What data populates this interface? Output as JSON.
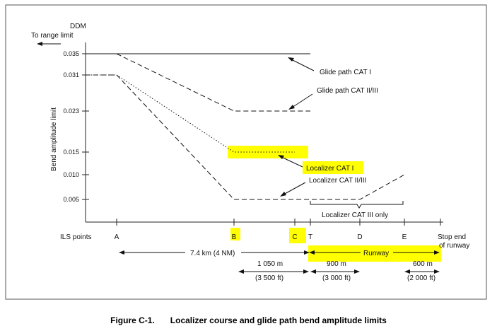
{
  "chart_data": {
    "type": "line",
    "yaxis_top_label": "DDM",
    "range_note": "To range limit",
    "ylabel": "Bend amplitude limit",
    "y_ticks": [
      "0.035",
      "0.031",
      "0.023",
      "0.015",
      "0.010",
      "0.005"
    ],
    "x_row_label": "ILS points",
    "x_points": [
      "A",
      "B",
      "C",
      "T",
      "D",
      "E",
      "Stop end",
      "of runway"
    ],
    "series": [
      {
        "name": "Glide path CAT I",
        "style": "solid",
        "points": [
          [
            "<A",
            0.035
          ],
          [
            "T",
            0.035
          ]
        ]
      },
      {
        "name": "Glide path CAT II/III",
        "style": "dashed",
        "points": [
          [
            "<A",
            0.035
          ],
          [
            "A",
            0.035
          ],
          [
            "B",
            0.023
          ],
          [
            "T",
            0.023
          ]
        ]
      },
      {
        "name": "Localizer CAT I",
        "style": "dotted",
        "points": [
          [
            "<A",
            0.031
          ],
          [
            "A",
            0.031
          ],
          [
            "B",
            0.015
          ],
          [
            "C",
            0.015
          ]
        ]
      },
      {
        "name": "Localizer CAT II/III",
        "style": "dashed",
        "points": [
          [
            "<A",
            0.031
          ],
          [
            "A",
            0.031
          ],
          [
            "B",
            0.005
          ],
          [
            "D",
            0.005
          ],
          [
            "E",
            0.01
          ]
        ]
      }
    ],
    "annotations": {
      "loc3_only": "Localizer CAT III only",
      "dist_total": "7.4 km (4 NM)",
      "runway": "Runway",
      "d1_m": "1 050 m",
      "d1_ft": "(3 500 ft)",
      "d2_m": "900 m",
      "d2_ft": "(3 000 ft)",
      "d3_m": "600 m",
      "d3_ft": "(2 000 ft)"
    },
    "highlight_color": "#ffff00",
    "grid": false
  },
  "caption": {
    "number": "Figure C-1.",
    "title": "Localizer course and glide path bend amplitude limits"
  }
}
